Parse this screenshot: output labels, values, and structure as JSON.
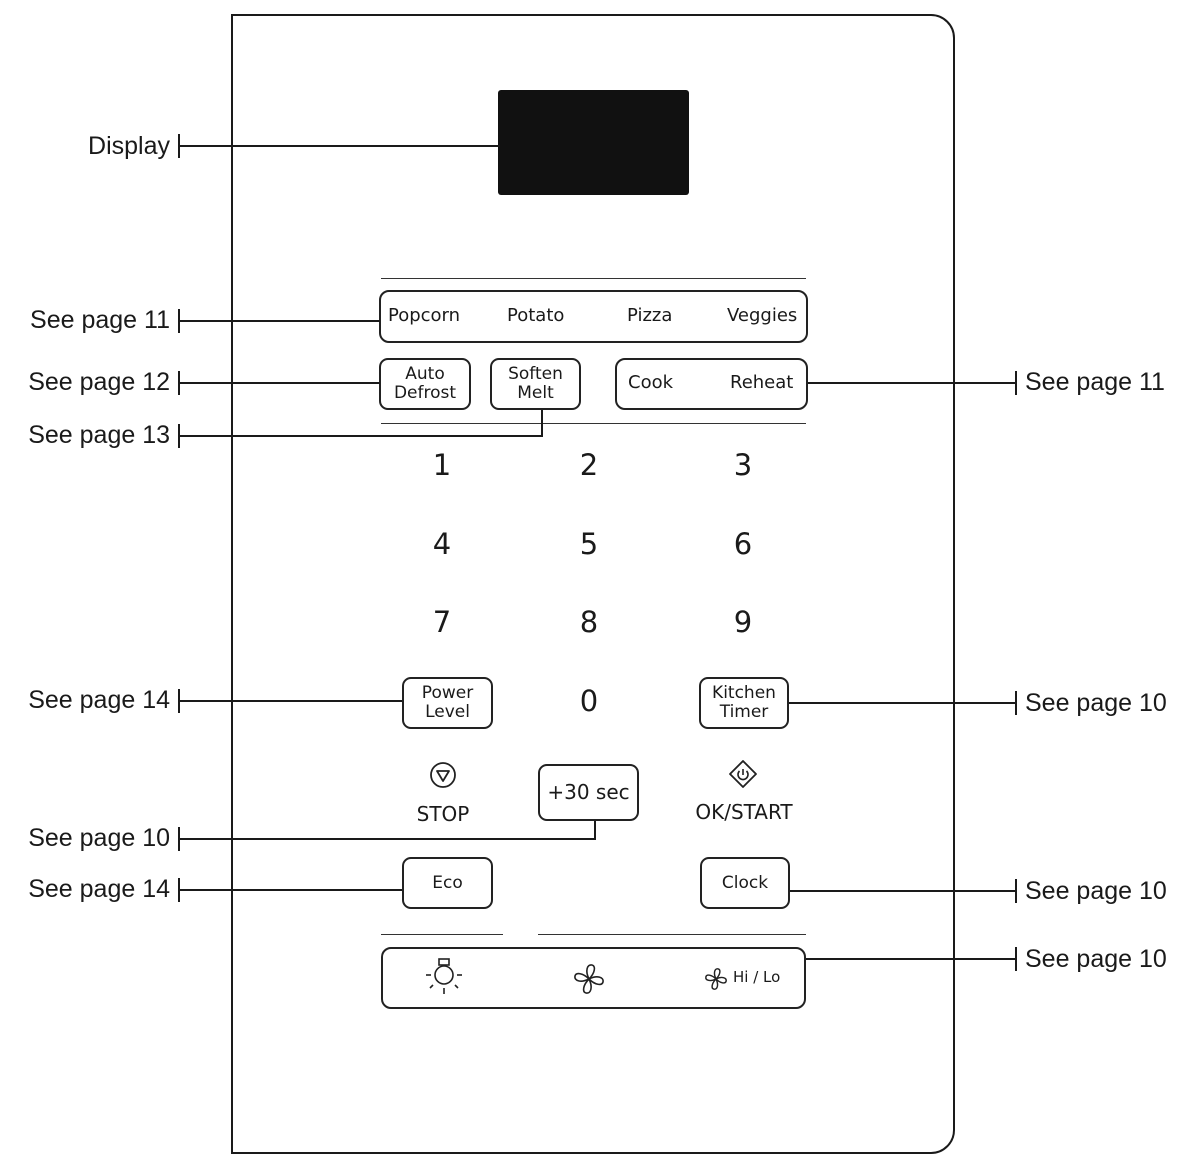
{
  "callouts": {
    "display": "Display",
    "presets": "See page 11",
    "auto_defrost": "See page 12",
    "soften_melt": "See page 13",
    "cook_reheat": "See page 11",
    "power_level": "See page 14",
    "kitchen_timer": "See page 10",
    "plus30": "See page 10",
    "eco": "See page 14",
    "clock": "See page 10",
    "bottom_row": "See page 10"
  },
  "presets": [
    "Popcorn",
    "Potato",
    "Pizza",
    "Veggies"
  ],
  "auto_defrost": [
    "Auto",
    "Defrost"
  ],
  "soften_melt": [
    "Soften",
    "Melt"
  ],
  "cook_reheat": [
    "Cook",
    "Reheat"
  ],
  "numbers": [
    "1",
    "2",
    "3",
    "4",
    "5",
    "6",
    "7",
    "8",
    "9",
    "0"
  ],
  "power_level": [
    "Power",
    "Level"
  ],
  "kitchen_timer": [
    "Kitchen",
    "Timer"
  ],
  "stop": "STOP",
  "plus30": "+30 sec",
  "ok_start": "OK/START",
  "eco": "Eco",
  "clock": "Clock",
  "fan_hilo": "Hi / Lo",
  "icons": [
    "stop-triangle-icon",
    "start-diamond-icon",
    "light-bulb-icon",
    "fan-icon",
    "fan-hilo-icon"
  ]
}
